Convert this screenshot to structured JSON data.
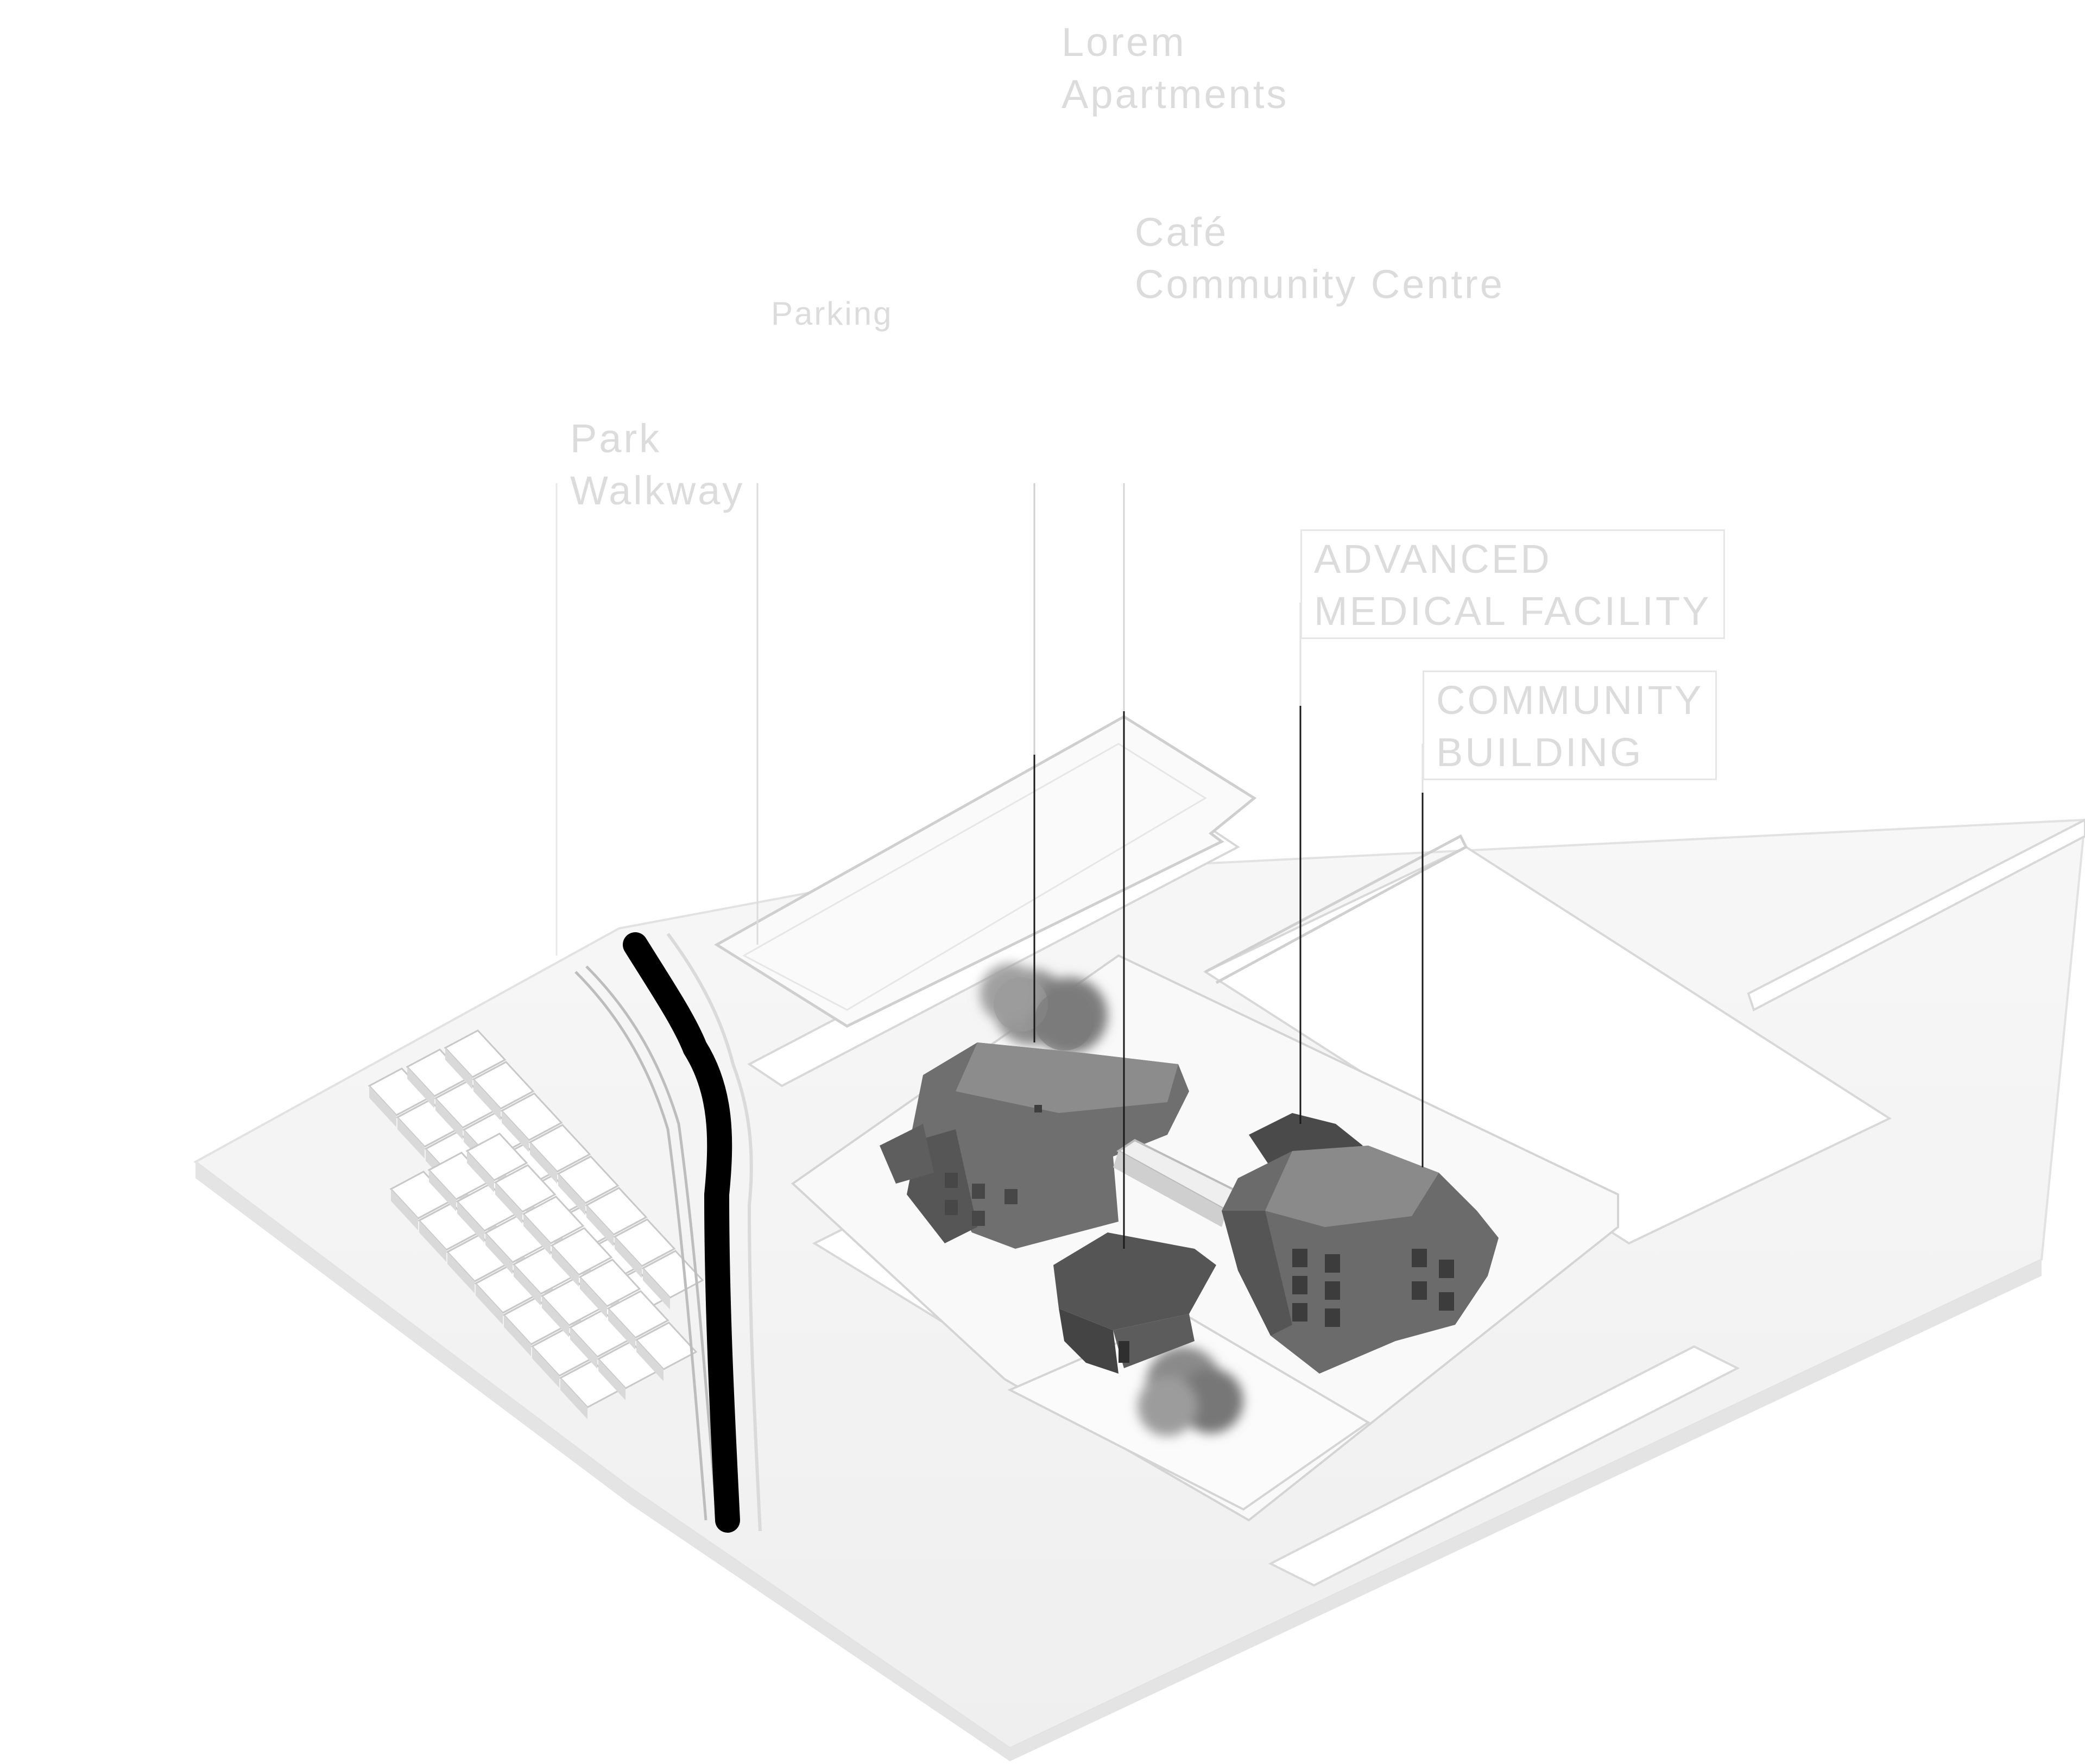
{
  "diagram": {
    "labels": [
      {
        "id": "residential-label",
        "lines": [
          "Lorem",
          "Apartments"
        ]
      },
      {
        "id": "parking-label",
        "lines": [
          "Parking"
        ]
      },
      {
        "id": "existing-building-label",
        "lines": [
          "Café",
          "Community Centre"
        ]
      },
      {
        "id": "park-label",
        "lines": [
          "Park",
          "Walkway"
        ]
      },
      {
        "id": "advanced-medical-label",
        "lines": [
          "ADVANCED",
          "MEDICAL FACILITY"
        ]
      },
      {
        "id": "community-building-label",
        "lines": [
          "COMMUNITY",
          "BUILDING"
        ]
      }
    ],
    "colors": {
      "ground": "#f4f4f4",
      "road": "#ffffff",
      "outline": "#cfcfcf",
      "building": "#6e6e6e",
      "building_dark": "#4f4f4f",
      "building_light": "#8a8a8a",
      "river": "#000000",
      "leader": "#1a1a1a",
      "label_text": "#dcdcdc"
    }
  }
}
